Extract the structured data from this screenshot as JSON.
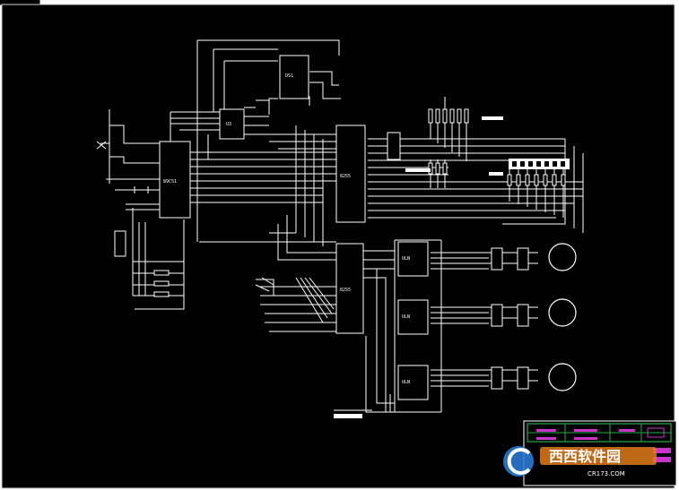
{
  "chips": [
    {
      "id": "u-top",
      "label": "DS1"
    },
    {
      "id": "u-mid",
      "label": "U3"
    },
    {
      "id": "u-mcu",
      "label": "89C51"
    },
    {
      "id": "u-dec1",
      "label": "8255"
    },
    {
      "id": "u-dec2",
      "label": "8255"
    },
    {
      "id": "u-drv1",
      "label": "ULN"
    },
    {
      "id": "u-drv2",
      "label": "ULN"
    },
    {
      "id": "u-drv3",
      "label": "ULN"
    }
  ],
  "watermark": {
    "brand": "西西软件园",
    "site": "CR173.COM"
  },
  "colors": {
    "background": "#000000",
    "wire": "#ffffff",
    "highlight": "#cc33cc",
    "title_block": "#2aa84a"
  }
}
